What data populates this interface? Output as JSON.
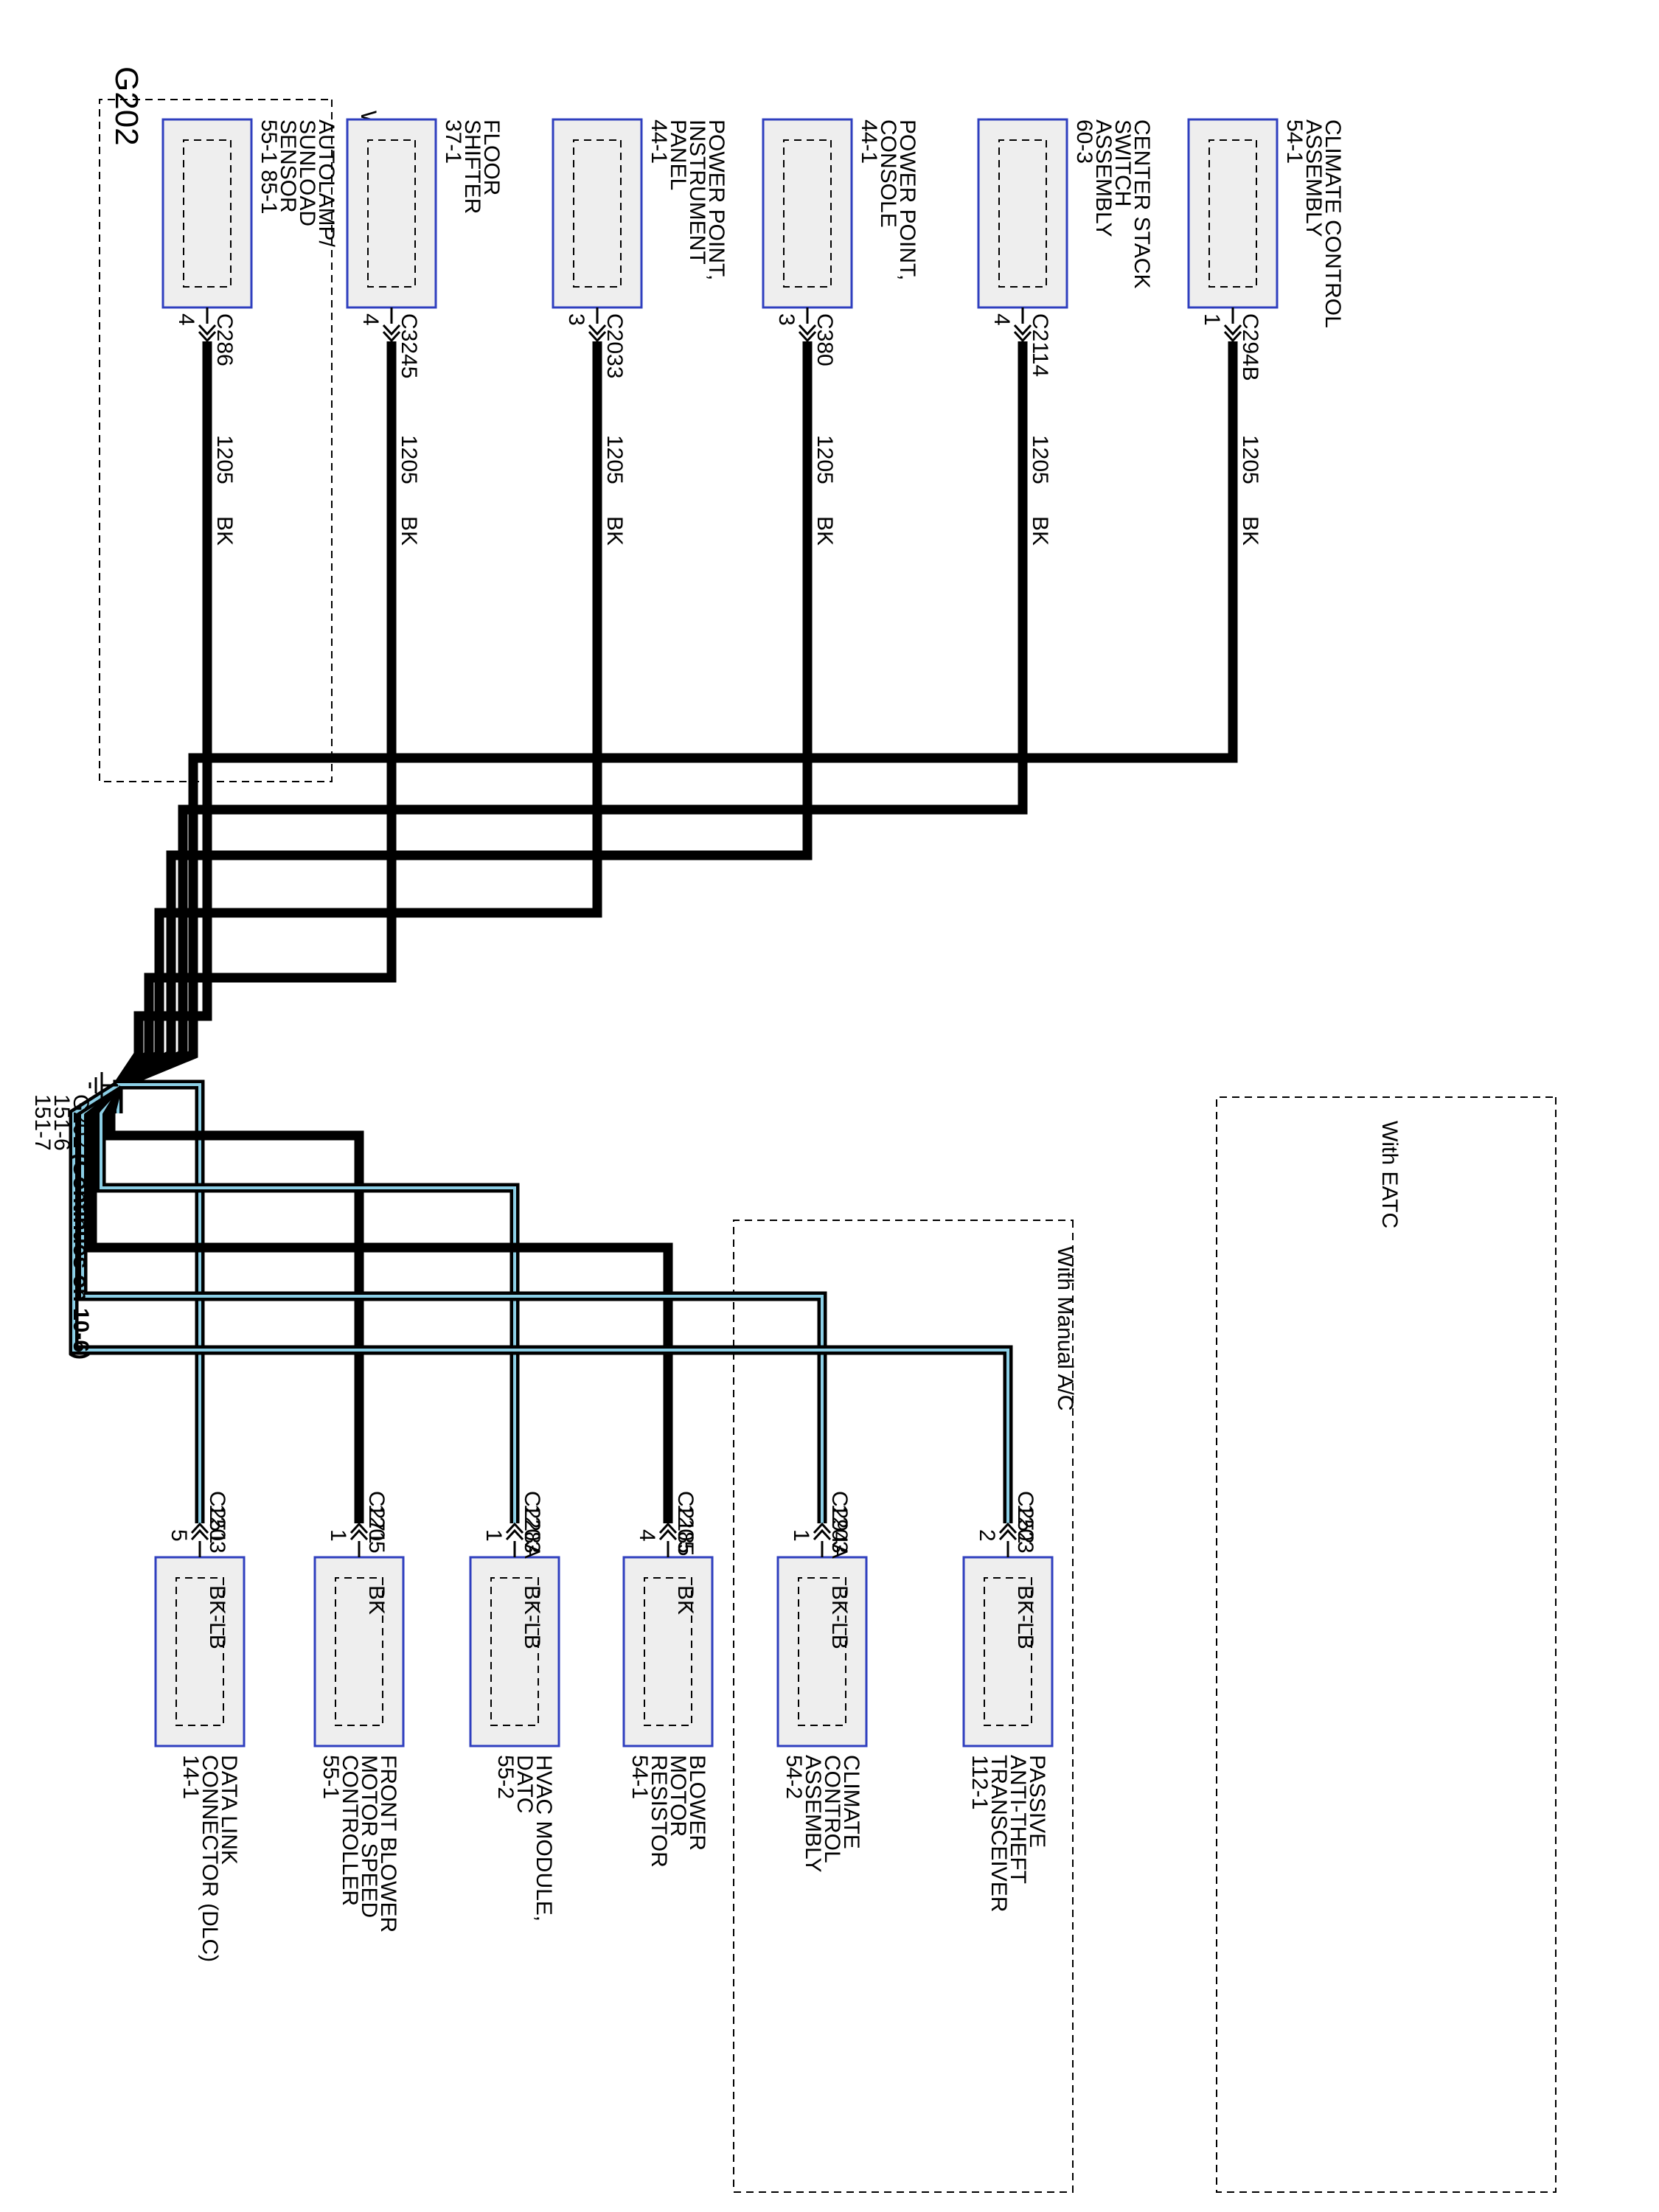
{
  "page_title": "G202",
  "ground": {
    "name": "G202",
    "refs": [
      "151-6",
      "151-7"
    ],
    "note": "(Continues on 10-6)"
  },
  "regions": [
    {
      "label": "With Manual A/C"
    },
    {
      "label": "With EATC"
    },
    {
      "label": "With Manual A/C"
    }
  ],
  "left_components": [
    {
      "name_lines": [
        "AUTOLAMP/",
        "SUNLOAD",
        "SENSOR",
        "55-1    85-1"
      ],
      "connector": "C286",
      "pin": "4",
      "circuit": "1205",
      "color": "BK"
    },
    {
      "name_lines": [
        "FLOOR",
        "SHIFTER",
        "37-1"
      ],
      "connector": "C3245",
      "pin": "4",
      "circuit": "1205",
      "color": "BK"
    },
    {
      "name_lines": [
        "POWER POINT,",
        "INSTRUMENT",
        "PANEL",
        "44-1"
      ],
      "connector": "C2033",
      "pin": "3",
      "circuit": "1205",
      "color": "BK"
    },
    {
      "name_lines": [
        "POWER POINT,",
        "CONSOLE",
        "44-1"
      ],
      "connector": "C380",
      "pin": "3",
      "circuit": "1205",
      "color": "BK"
    },
    {
      "name_lines": [
        "CENTER STACK",
        "SWITCH",
        "ASSEMBLY",
        "60-3"
      ],
      "connector": "C2114",
      "pin": "4",
      "circuit": "1205",
      "color": "BK"
    },
    {
      "name_lines": [
        "CLIMATE CONTROL",
        "ASSEMBLY",
        "54-1"
      ],
      "connector": "C294B",
      "pin": "1",
      "circuit": "1205",
      "color": "BK"
    }
  ],
  "right_components": [
    {
      "name_lines": [
        "DATA LINK",
        "CONNECTOR (DLC)",
        "14-1"
      ],
      "connector": "C251",
      "pin": "5",
      "circuit": "1203",
      "color": "BK-LB"
    },
    {
      "name_lines": [
        "FRONT BLOWER",
        "MOTOR SPEED",
        "CONTROLLER",
        "55-1"
      ],
      "connector": "C271",
      "pin": "1",
      "circuit": "1205",
      "color": "BK"
    },
    {
      "name_lines": [
        "HVAC MODULE,",
        "DATC",
        "55-2"
      ],
      "connector": "C228A",
      "pin": "1",
      "circuit": "1203",
      "color": "BK-LB"
    },
    {
      "name_lines": [
        "BLOWER",
        "MOTOR",
        "RESISTOR",
        "54-1"
      ],
      "connector": "C2185",
      "pin": "4",
      "circuit": "1205",
      "color": "BK"
    },
    {
      "name_lines": [
        "CLIMATE",
        "CONTROL",
        "ASSEMBLY",
        "54-2"
      ],
      "connector": "C294A",
      "pin": "1",
      "circuit": "1203",
      "color": "BK-LB"
    },
    {
      "name_lines": [
        "PASSIVE",
        "ANTI-THEFT",
        "TRANSCEIVER",
        "112-1"
      ],
      "connector": "C252",
      "pin": "2",
      "circuit": "1203",
      "color": "BK-LB"
    }
  ]
}
